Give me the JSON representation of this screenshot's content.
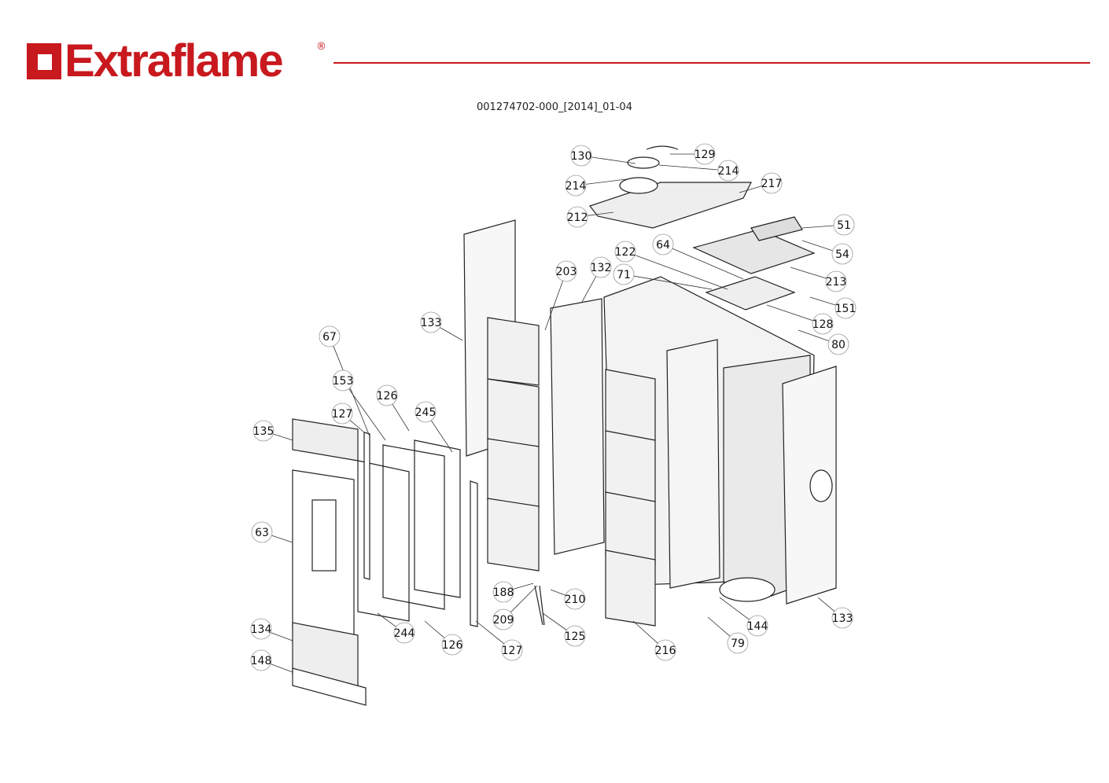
{
  "header": {
    "logo": "Extraflame",
    "logo_mark": "®",
    "doc_code": "001274702-000_[2014]_01-04"
  },
  "diagram": {
    "title": "Exploded parts view",
    "callouts": [
      {
        "label": "130"
      },
      {
        "label": "129"
      },
      {
        "label": "214"
      },
      {
        "label": "214"
      },
      {
        "label": "217"
      },
      {
        "label": "212"
      },
      {
        "label": "51"
      },
      {
        "label": "64"
      },
      {
        "label": "54"
      },
      {
        "label": "122"
      },
      {
        "label": "132"
      },
      {
        "label": "203"
      },
      {
        "label": "71"
      },
      {
        "label": "213"
      },
      {
        "label": "151"
      },
      {
        "label": "128"
      },
      {
        "label": "133"
      },
      {
        "label": "80"
      },
      {
        "label": "67"
      },
      {
        "label": "153"
      },
      {
        "label": "126"
      },
      {
        "label": "245"
      },
      {
        "label": "127"
      },
      {
        "label": "135"
      },
      {
        "label": "63"
      },
      {
        "label": "188"
      },
      {
        "label": "210"
      },
      {
        "label": "209"
      },
      {
        "label": "133"
      },
      {
        "label": "144"
      },
      {
        "label": "125"
      },
      {
        "label": "134"
      },
      {
        "label": "244"
      },
      {
        "label": "126"
      },
      {
        "label": "79"
      },
      {
        "label": "127"
      },
      {
        "label": "216"
      },
      {
        "label": "148"
      }
    ]
  }
}
